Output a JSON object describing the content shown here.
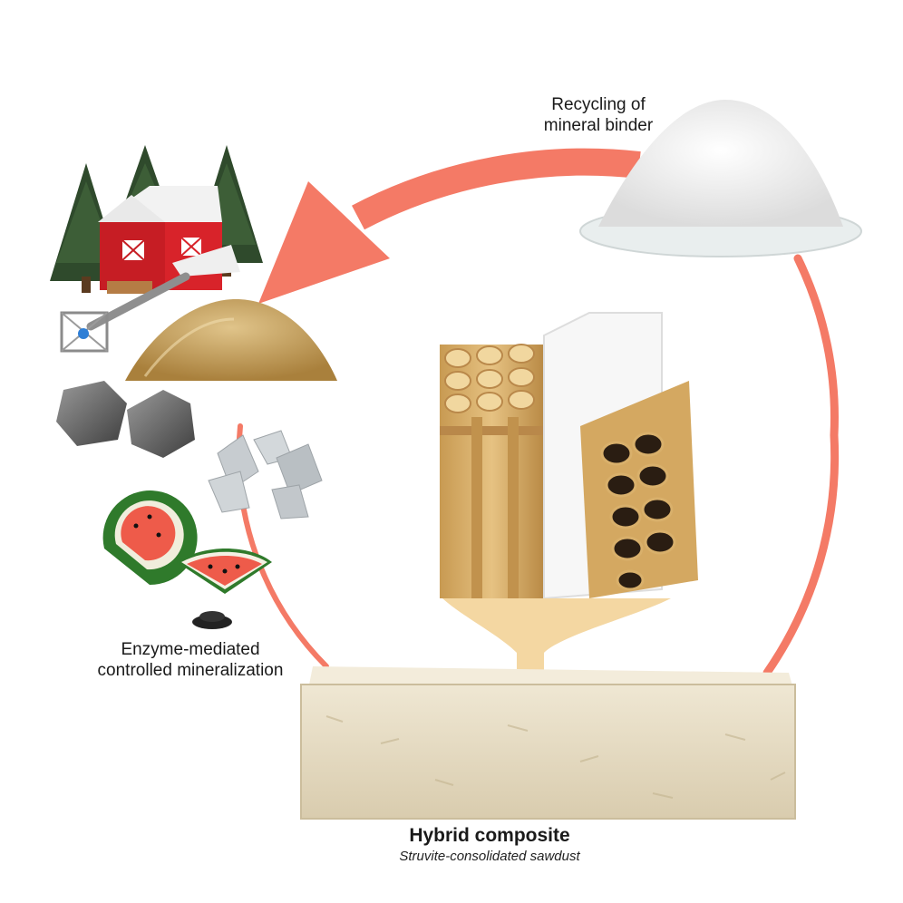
{
  "labels": {
    "recycling_line1": "Recycling of",
    "recycling_line2": "mineral binder",
    "enzyme_line1": "Enzyme-mediated",
    "enzyme_line2": "controlled mineralization",
    "composite_title": "Hybrid composite",
    "composite_subtitle": "Struvite-consolidated sawdust"
  },
  "colors": {
    "cycle_arrow": "#f47a66",
    "barn_red": "#d8232a",
    "sawdust": "#c9a15a",
    "wood": "#d9b06b",
    "resin": "#f4d7a2",
    "brick": "#e8dfc9",
    "powder": "#f1f1f1"
  },
  "icons": [
    "tree-icon",
    "barn-icon",
    "mixer-icon",
    "sawdust-pile-icon",
    "stone-icon",
    "crystal-icon",
    "watermelon-icon",
    "seeds-icon",
    "powder-pile-icon",
    "wood-cells-icon",
    "composite-brick-icon"
  ]
}
